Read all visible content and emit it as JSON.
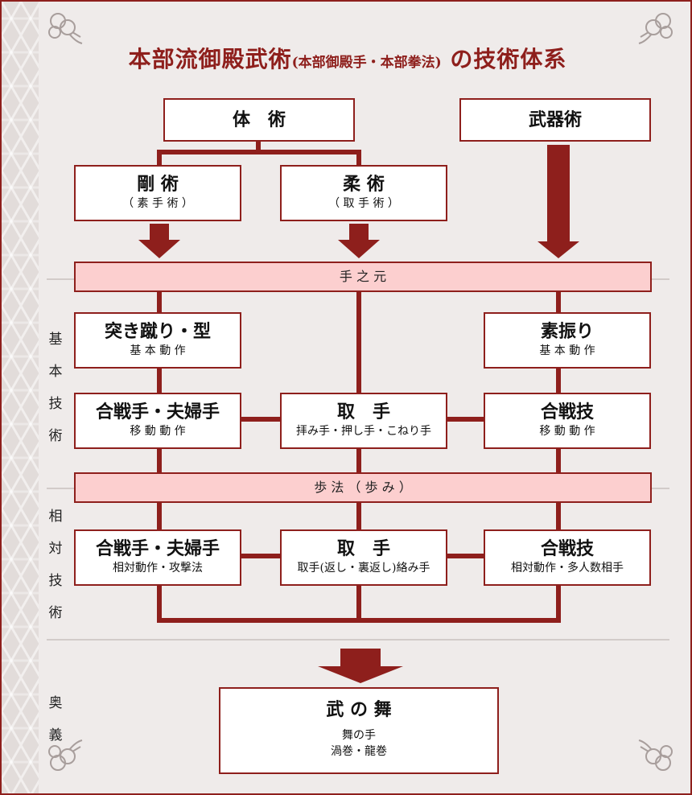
{
  "title": {
    "main_a": "本部流御殿武術",
    "small": "(本部御殿手・本部拳法)",
    "main_b": " の技術体系"
  },
  "top": {
    "taijutsu": "体　術",
    "bukijutsu": "武器術",
    "goujutsu": {
      "label": "剛 術",
      "sub": "（ 素 手 術 ）"
    },
    "juujutsu": {
      "label": "柔 術",
      "sub": "（ 取 手 術 ）"
    }
  },
  "bands": {
    "tenomoto": "手 之 元",
    "hohou": "歩 法 （ 歩 み ）"
  },
  "side_labels": {
    "kihon": [
      "基",
      "本",
      "技",
      "術"
    ],
    "soutai": [
      "相",
      "対",
      "技",
      "術"
    ],
    "ougi": [
      "奥",
      "義"
    ]
  },
  "kihon": {
    "tsuki": {
      "label": "突き蹴り・型",
      "sub": "基 本 動 作"
    },
    "suburi": {
      "label": "素振り",
      "sub": "基 本 動 作"
    },
    "aikute": {
      "label": "合戦手・夫婦手",
      "sub": "移 動 動 作"
    },
    "tuite": {
      "label": "取　手",
      "sub": "拝み手・押し手・こねり手"
    },
    "aikuwaza": {
      "label": "合戦技",
      "sub": "移 動 動 作"
    }
  },
  "soutai": {
    "aikute": {
      "label": "合戦手・夫婦手",
      "sub": "相対動作・攻撃法"
    },
    "tuite": {
      "label": "取　手",
      "sub": "取手(返し・裏返し)絡み手"
    },
    "aikuwaza": {
      "label": "合戦技",
      "sub": "相対動作・多人数相手"
    }
  },
  "ougi": {
    "label": "武 の 舞",
    "sub1": "舞の手",
    "sub2": "渦巻・龍巻"
  },
  "colors": {
    "accent": "#8e1f1c",
    "band": "#fccfcf",
    "background": "#efebea"
  }
}
